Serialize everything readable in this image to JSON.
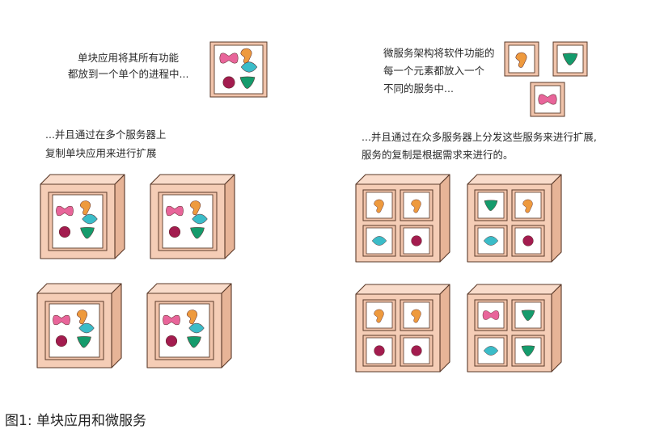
{
  "monolith": {
    "intro_line1": "单块应用将其所有功能",
    "intro_line2": "都放到一个单个的进程中...",
    "scale_line1": "...并且通过在多个服务器上",
    "scale_line2": "复制单块应用来进行扩展"
  },
  "microservices": {
    "intro_line1": "微服务架构将软件功能的",
    "intro_line2": "每一个元素都放入一个",
    "intro_line3": "不同的服务中...",
    "scale_line1": "...并且通过在众多服务器上分发这些服务来进行扩展,",
    "scale_line2": "服务的复制是根据需求来进行的。"
  },
  "caption": "图1: 单块应用和微服务",
  "colors": {
    "box_face": "#f5cdb6",
    "box_side": "#e7b497",
    "box_top": "#f9dccb",
    "outline": "#5a3a2a",
    "pink_shape": "#e8659a",
    "orange_shape": "#ee9a3e",
    "teal_shape": "#3bbcc8",
    "green_shape": "#159b6c",
    "maroon_shape": "#a31c4f"
  },
  "shapes": [
    "pink-bowtie-icon",
    "orange-blob-icon",
    "teal-diamond-icon",
    "maroon-circle-icon",
    "green-triangle-icon"
  ]
}
